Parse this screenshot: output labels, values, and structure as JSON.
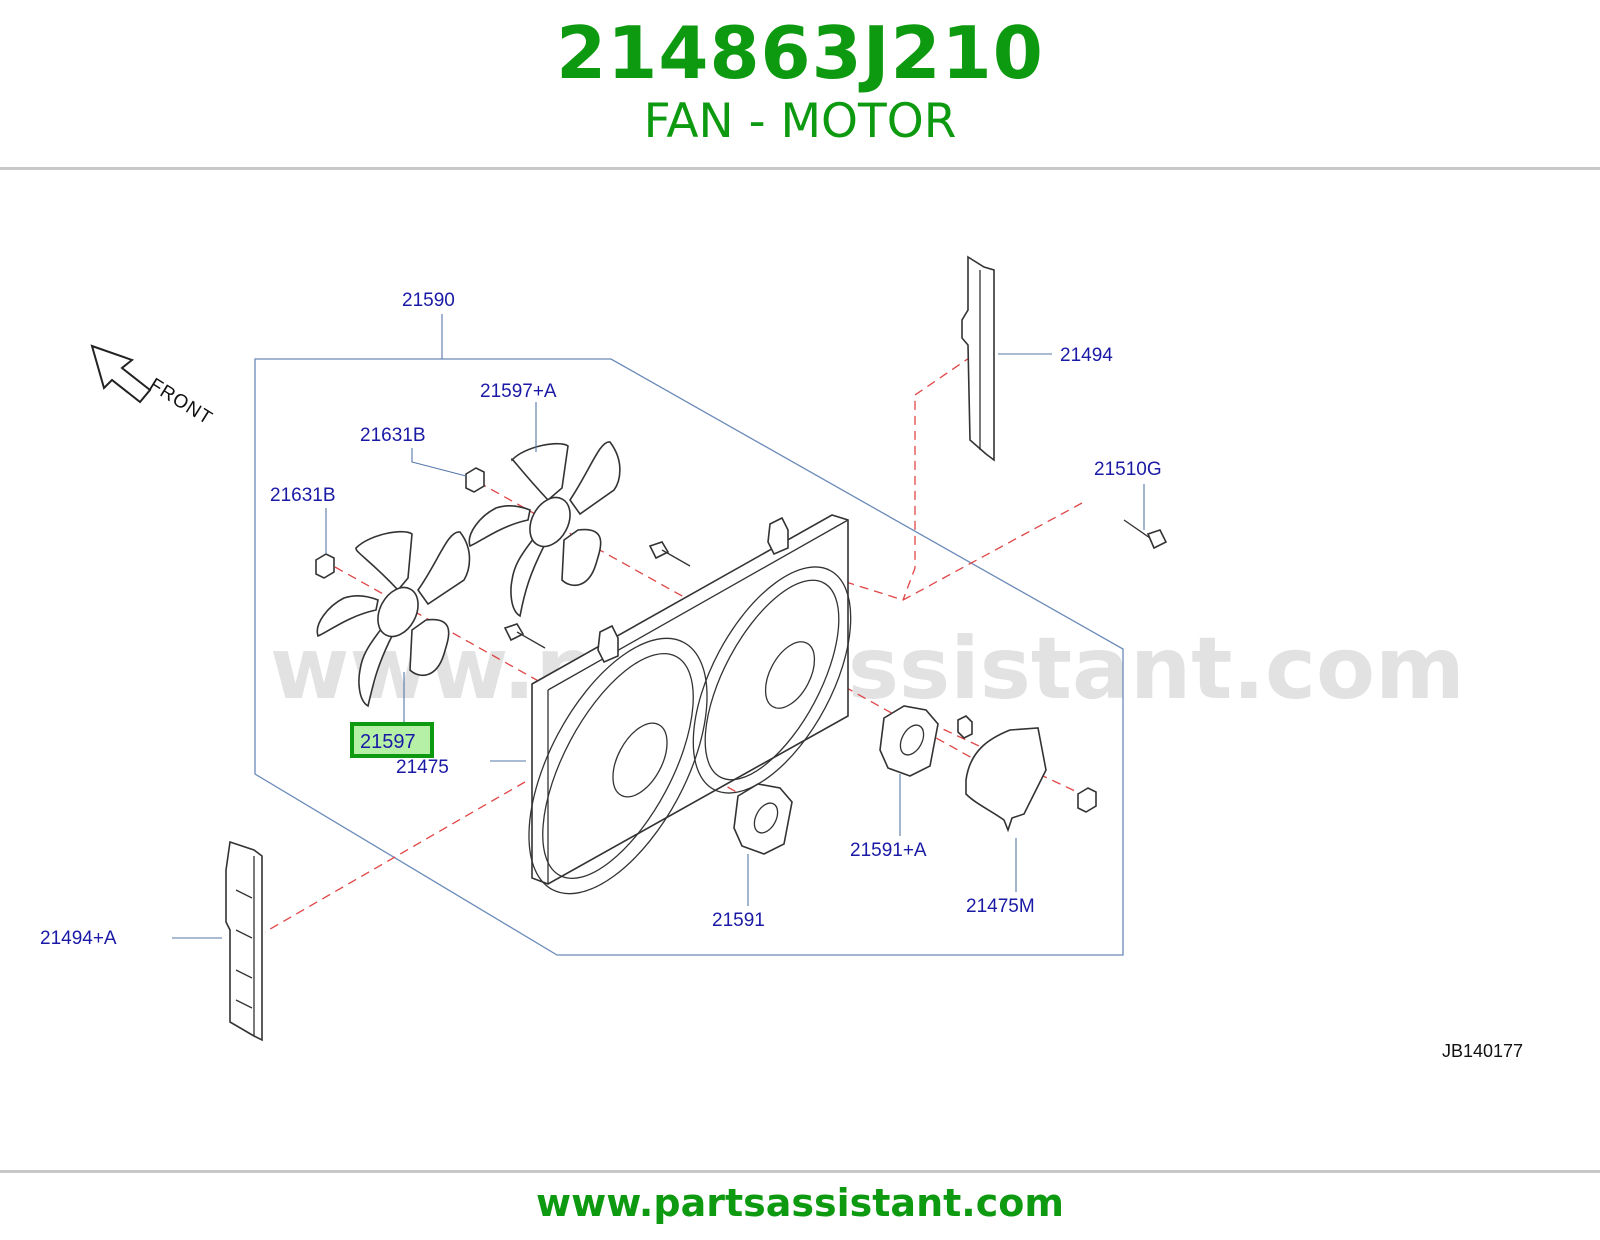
{
  "header": {
    "part_number": "214863J210",
    "part_name": "FAN - MOTOR"
  },
  "diagram": {
    "watermark": "www.partsassistant.com",
    "orientation_label": "FRONT",
    "reference_code": "JB140177",
    "highlight_color": "#0e9a10",
    "callout_color": "#1a1aa6",
    "callouts": {
      "c21590": "21590",
      "c21494": "21494",
      "c21597a": "21597+A",
      "c21631b_upper": "21631B",
      "c21631b_lower": "21631B",
      "c21510g": "21510G",
      "c21597": "21597",
      "c21475": "21475",
      "c21591a": "21591+A",
      "c21475m": "21475M",
      "c21591": "21591",
      "c21494a": "21494+A"
    },
    "highlighted_part": "21597"
  },
  "footer": {
    "url": "www.partsassistant.com"
  }
}
